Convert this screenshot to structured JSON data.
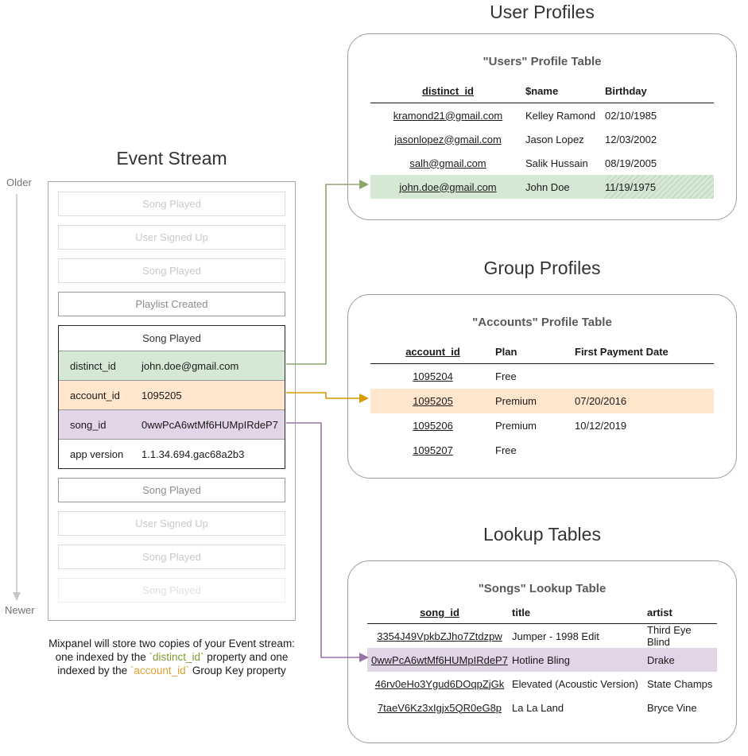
{
  "colors": {
    "green_highlight": "#d5e8d4",
    "orange_highlight": "#ffe6cc",
    "purple_highlight": "#e1d5e7",
    "green_arrow": "#8ba56b",
    "orange_arrow": "#d79b00",
    "purple_arrow": "#9673a6",
    "caption_green": "#7a9d2f",
    "caption_orange": "#e0a030"
  },
  "timeline": {
    "older": "Older",
    "newer": "Newer"
  },
  "event_stream": {
    "title": "Event Stream",
    "events_before": [
      {
        "label": "Song Played",
        "style": "faint"
      },
      {
        "label": "User Signed Up",
        "style": "faint"
      },
      {
        "label": "Song Played",
        "style": "faint"
      },
      {
        "label": "Playlist Created",
        "style": "medium"
      }
    ],
    "selected_event": {
      "name": "Song Played",
      "properties": [
        {
          "key": "distinct_id",
          "value": "john.doe@gmail.com",
          "highlight": "green"
        },
        {
          "key": "account_id",
          "value": "1095205",
          "highlight": "orange"
        },
        {
          "key": "song_id",
          "value": "0wwPcA6wtMf6HUMpIRdeP7",
          "highlight": "purple"
        },
        {
          "key": "app version",
          "value": "1.1.34.694.gac68a2b3",
          "highlight": "none"
        }
      ]
    },
    "events_after": [
      {
        "label": "Song Played",
        "style": "medium"
      },
      {
        "label": "User Signed Up",
        "style": "faint"
      },
      {
        "label": "Song Played",
        "style": "faint"
      },
      {
        "label": "Song Played",
        "style": "faintest"
      }
    ]
  },
  "user_profiles": {
    "section_title": "User Profiles",
    "table_title": "\"Users\" Profile Table",
    "columns": [
      "distinct_id",
      "$name",
      "Birthday"
    ],
    "rows": [
      {
        "distinct_id": "kramond21@gmail.com",
        "name": "Kelley Ramond",
        "birthday": "02/10/1985",
        "highlight": false
      },
      {
        "distinct_id": "jasonlopez@gmail.com",
        "name": "Jason Lopez",
        "birthday": "12/03/2002",
        "highlight": false
      },
      {
        "distinct_id": "salh@gmail.com",
        "name": "Salik Hussain",
        "birthday": "08/19/2005",
        "highlight": false
      },
      {
        "distinct_id": "john.doe@gmail.com",
        "name": "John Doe",
        "birthday": "11/19/1975",
        "highlight": true
      }
    ]
  },
  "group_profiles": {
    "section_title": "Group Profiles",
    "table_title": "\"Accounts\" Profile Table",
    "columns": [
      "account_id",
      "Plan",
      "First Payment Date"
    ],
    "rows": [
      {
        "account_id": "1095204",
        "plan": "Free",
        "first_payment": "",
        "highlight": false
      },
      {
        "account_id": "1095205",
        "plan": "Premium",
        "first_payment": "07/20/2016",
        "highlight": true
      },
      {
        "account_id": "1095206",
        "plan": "Premium",
        "first_payment": "10/12/2019",
        "highlight": false
      },
      {
        "account_id": "1095207",
        "plan": "Free",
        "first_payment": "",
        "highlight": false
      }
    ]
  },
  "lookup_tables": {
    "section_title": "Lookup Tables",
    "table_title": "\"Songs\" Lookup Table",
    "columns": [
      "song_id",
      "title",
      "artist"
    ],
    "rows": [
      {
        "song_id": "3354J49VpkbZJho7Ztdzpw",
        "title": "Jumper - 1998 Edit",
        "artist": "Third Eye Blind",
        "highlight": false
      },
      {
        "song_id": "0wwPcA6wtMf6HUMpIRdeP7",
        "title": "Hotline Bling",
        "artist": "Drake",
        "highlight": true
      },
      {
        "song_id": "46rv0eHo3Ygud6DOqpZjGk",
        "title": "Elevated (Acoustic Version)",
        "artist": "State Champs",
        "highlight": false
      },
      {
        "song_id": "7taeV6Kz3xIgjx5QR0eG8p",
        "title": "La La Land",
        "artist": "Bryce Vine",
        "highlight": false
      }
    ]
  },
  "caption": {
    "line1": "Mixpanel will store two copies of your Event stream:",
    "line2_pre": "one indexed by the ",
    "line2_code": "`distinct_id`",
    "line2_post": " property and one",
    "line3_pre": "indexed by the ",
    "line3_code": "`account_id`",
    "line3_post": " Group Key property"
  }
}
